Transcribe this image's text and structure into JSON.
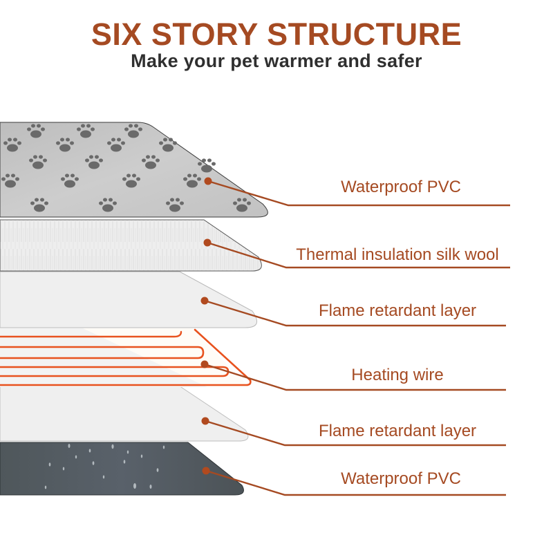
{
  "header": {
    "title": "SIX STORY STRUCTURE",
    "subtitle": "Make your pet warmer and safer"
  },
  "colors": {
    "accent": "#a54a22",
    "subtitle": "#2f2f2f",
    "pvc_top": "#c4c4c4",
    "paw": "#6a6a6a",
    "silk_wool": "#eeeeee",
    "flame_layer": "#efefef",
    "heating_wire": "#e8521e",
    "pvc_bottom": "#4e5559"
  },
  "layers": [
    {
      "id": "waterproof-pvc-top",
      "label": "Waterproof PVC",
      "icon": "paw-pattern"
    },
    {
      "id": "thermal-insulation-silk-wool",
      "label": "Thermal insulation silk wool",
      "icon": "fiber-texture"
    },
    {
      "id": "flame-retardant-layer-top",
      "label": "Flame retardant layer",
      "icon": "plain-sheet"
    },
    {
      "id": "heating-wire",
      "label": "Heating wire",
      "icon": "wire-coil"
    },
    {
      "id": "flame-retardant-layer-bottom",
      "label": "Flame retardant layer",
      "icon": "plain-sheet"
    },
    {
      "id": "waterproof-pvc-bottom",
      "label": "Waterproof PVC",
      "icon": "water-droplets"
    }
  ]
}
